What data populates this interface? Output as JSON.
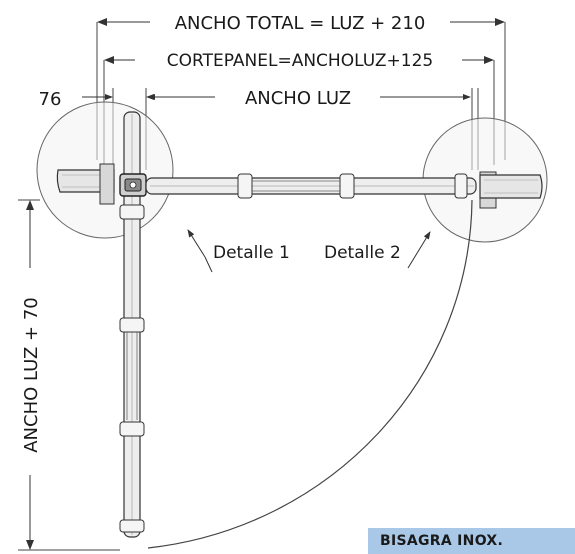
{
  "labels": {
    "ancho_total": "ANCHO TOTAL = LUZ + 210",
    "corte_panel": "CORTEPANEL=ANCHOLUZ+125",
    "dim_76": "76",
    "ancho_luz": "ANCHO LUZ",
    "detalle_1": "Detalle 1",
    "detalle_2": "Detalle 2",
    "ancho_luz_70": "ANCHO LUZ + 70"
  },
  "badge": "BISAGRA INOX.",
  "colors": {
    "line": "#333333",
    "circle": "#555555",
    "badge_bg": "#a9c8e8"
  }
}
